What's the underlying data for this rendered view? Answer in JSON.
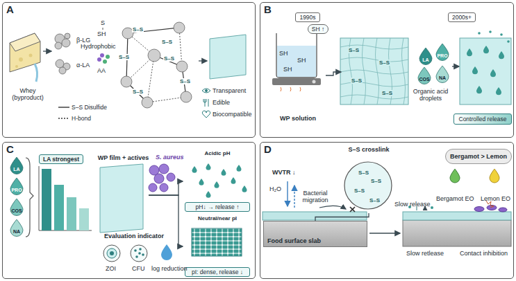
{
  "diagram": {
    "nodes": [
      {
        "text": [
          "A"
        ]
      },
      {
        "text": [
          "B"
        ]
      },
      {
        "text": [
          "C"
        ]
      },
      {
        "text": [
          "D"
        ]
      },
      {
        "text": [
          "1990s"
        ],
        "in": 1
      },
      {
        "text": [
          "SH ↑"
        ],
        "in": 1
      },
      {
        "text": [
          "WP solution"
        ],
        "in": 1
      },
      {
        "text": [
          "S–S",
          "S–S",
          "S–S",
          "S–S"
        ],
        "in": 1
      },
      {
        "text": [
          "2000s+"
        ],
        "in": 1
      },
      {
        "text": [
          "LA"
        ],
        "in": 1
      },
      {
        "text": [
          "PRO"
        ],
        "in": 1
      },
      {
        "text": [
          "COS"
        ],
        "in": 1
      },
      {
        "text": [
          "NA"
        ],
        "in": 1
      },
      {
        "text": [
          "Controlled release"
        ],
        "in": 1
      },
      {
        "text": [
          "LA"
        ],
        "in": 2
      },
      {
        "text": [
          "PRO"
        ],
        "in": 2
      },
      {
        "text": [
          "COS"
        ],
        "in": 2
      },
      {
        "text": [
          "NA"
        ],
        "in": 2
      },
      {
        "text": [
          "LA strongest"
        ],
        "in": 2
      },
      {
        "text": [
          "WP film + actives"
        ],
        "in": 2
      },
      {
        "text": [
          "Acidic pH",
          "pH↓ → release ↑"
        ],
        "in": 2
      },
      {
        "text": [
          "Neutral/near pI",
          "pI: dense, release ↓"
        ],
        "in": 2
      },
      {
        "text": [
          "Food surface slab"
        ],
        "in": 3
      },
      {
        "text": [
          "S–S crosslink",
          "S–S",
          "S–S",
          "S–S",
          "S–S"
        ],
        "in": 3
      },
      {
        "text": [
          "Bergamot > Lemon"
        ],
        "in": 3
      }
    ],
    "edges": [
      {
        "from": 6,
        "to": 7,
        "arrow": "to"
      },
      {
        "from": 19,
        "to": 20,
        "arrow": "to"
      },
      {
        "from": 19,
        "to": 21,
        "arrow": "to"
      },
      {
        "from": 22,
        "to": 23,
        "arrow": "none"
      }
    ],
    "labels": [
      "Whey (byproduct)",
      "β-LG",
      "α-LA",
      "S",
      "SH",
      "Hydrophobic",
      "AA",
      "S–S",
      "S–S",
      "S–S",
      "S–S",
      "S–S",
      "S–S",
      "Transparent",
      "Edible",
      "Biocompatible",
      "SH",
      "SH",
      "SH",
      "Organic acid droplets",
      "S. aureus",
      "Evaluation indicator",
      "ZOI",
      "CFU",
      "log reduction",
      "WVTR ↓",
      "H₂O",
      "Bacterial migration",
      "Bergamot EO",
      "Lemon EO",
      "Slow release",
      "Slow retlease",
      "Contact inhibition"
    ],
    "legend": [
      {
        "text": "S–S Disulfide"
      },
      {
        "text": "H-bond"
      }
    ]
  }
}
